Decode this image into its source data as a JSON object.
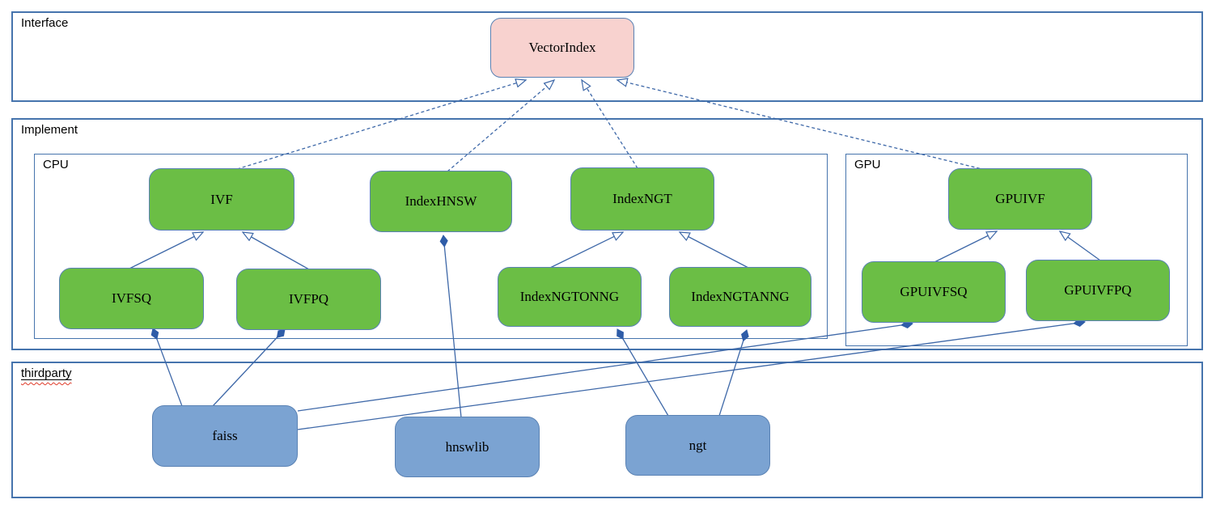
{
  "diagram": {
    "containers": {
      "interface": {
        "label": "Interface"
      },
      "implement": {
        "label": "Implement"
      },
      "cpu": {
        "label": "CPU"
      },
      "gpu": {
        "label": "GPU"
      },
      "thirdparty": {
        "label": "thirdparty"
      }
    },
    "nodes": {
      "vectorindex": {
        "label": "VectorIndex",
        "kind": "interface",
        "container": "interface"
      },
      "ivf": {
        "label": "IVF",
        "kind": "class",
        "container": "cpu"
      },
      "indexhnsw": {
        "label": "IndexHNSW",
        "kind": "class",
        "container": "cpu"
      },
      "indexngt": {
        "label": "IndexNGT",
        "kind": "class",
        "container": "cpu"
      },
      "ivfsq": {
        "label": "IVFSQ",
        "kind": "class",
        "container": "cpu"
      },
      "ivfpq": {
        "label": "IVFPQ",
        "kind": "class",
        "container": "cpu"
      },
      "indexngtonng": {
        "label": "IndexNGTONNG",
        "kind": "class",
        "container": "cpu"
      },
      "indexngtanng": {
        "label": "IndexNGTANNG",
        "kind": "class",
        "container": "cpu"
      },
      "gpuivf": {
        "label": "GPUIVF",
        "kind": "class",
        "container": "gpu"
      },
      "gpuivfsq": {
        "label": "GPUIVFSQ",
        "kind": "class",
        "container": "gpu"
      },
      "gpuivfpq": {
        "label": "GPUIVFPQ",
        "kind": "class",
        "container": "gpu"
      },
      "faiss": {
        "label": "faiss",
        "kind": "library",
        "container": "thirdparty"
      },
      "hnswlib": {
        "label": "hnswlib",
        "kind": "library",
        "container": "thirdparty"
      },
      "ngt": {
        "label": "ngt",
        "kind": "library",
        "container": "thirdparty"
      }
    },
    "edges": [
      {
        "from": "IVF",
        "to": "VectorIndex",
        "type": "realization-dashed"
      },
      {
        "from": "IndexHNSW",
        "to": "VectorIndex",
        "type": "realization-dashed"
      },
      {
        "from": "IndexNGT",
        "to": "VectorIndex",
        "type": "realization-dashed"
      },
      {
        "from": "GPUIVF",
        "to": "VectorIndex",
        "type": "realization-dashed"
      },
      {
        "from": "IVFSQ",
        "to": "IVF",
        "type": "inheritance"
      },
      {
        "from": "IVFPQ",
        "to": "IVF",
        "type": "inheritance"
      },
      {
        "from": "IndexNGTONNG",
        "to": "IndexNGT",
        "type": "inheritance"
      },
      {
        "from": "IndexNGTANNG",
        "to": "IndexNGT",
        "type": "inheritance"
      },
      {
        "from": "GPUIVFSQ",
        "to": "GPUIVF",
        "type": "inheritance"
      },
      {
        "from": "GPUIVFPQ",
        "to": "GPUIVF",
        "type": "inheritance"
      },
      {
        "from": "faiss",
        "to": "IVFSQ",
        "type": "composition"
      },
      {
        "from": "faiss",
        "to": "IVFPQ",
        "type": "composition"
      },
      {
        "from": "faiss",
        "to": "GPUIVFSQ",
        "type": "composition"
      },
      {
        "from": "faiss",
        "to": "GPUIVFPQ",
        "type": "composition"
      },
      {
        "from": "hnswlib",
        "to": "IndexHNSW",
        "type": "composition"
      },
      {
        "from": "ngt",
        "to": "IndexNGTONNG",
        "type": "composition"
      },
      {
        "from": "ngt",
        "to": "IndexNGTANNG",
        "type": "composition"
      }
    ],
    "colors": {
      "interface_fill": "#f8d2cf",
      "class_fill": "#6bbe45",
      "library_fill": "#7ba3d2",
      "container_border": "#4674ad",
      "edge_line": "#3e68a8",
      "spellcheck_red": "#df3a28"
    }
  }
}
